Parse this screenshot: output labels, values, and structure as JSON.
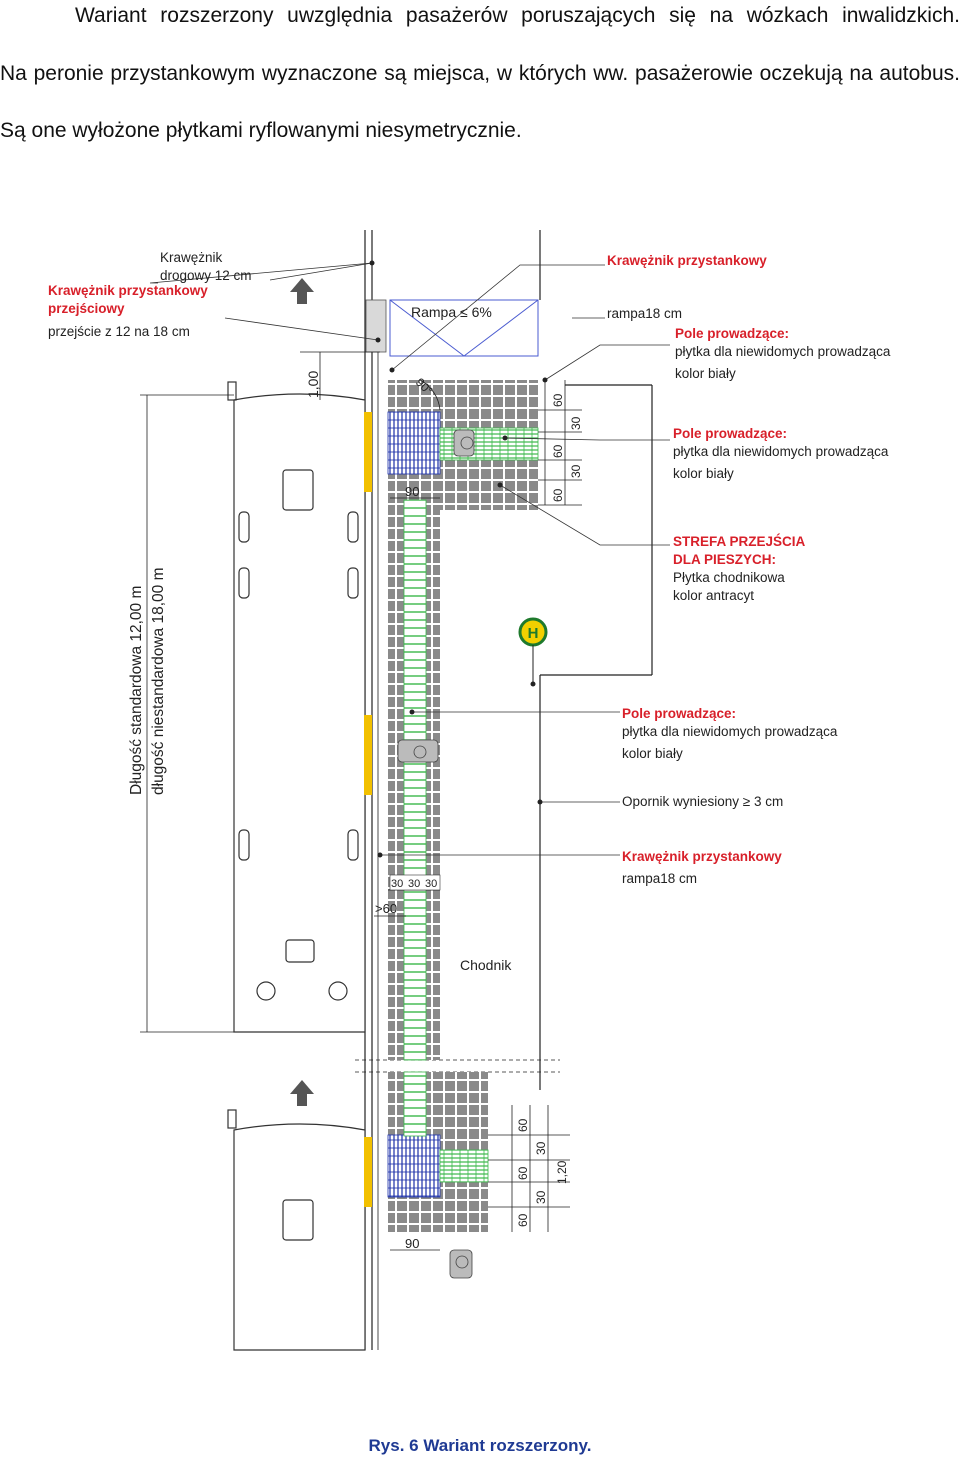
{
  "paragraphs": {
    "p1": "Wariant rozszerzony uwzględnia pasażerów poruszających się na wózkach inwalidzkich.",
    "p2": "Na peronie przystankowym wyznaczone są miejsca, w których ww. pasażerowie oczekują na autobus.",
    "p3": "Są one wyłożone płytkami ryflowanymi niesymetrycznie."
  },
  "caption": "Rys. 6 Wariant rozszerzony.",
  "diagram": {
    "label_left_curb_title": "Krawężnik",
    "label_left_curb_sub": "drogowy 12 cm",
    "label_crossing_curb_1": "Krawężnik przystankowy",
    "label_crossing_curb_2": "przejściowy",
    "label_crossing_transition": "przejście  z 12 na 18 cm",
    "label_ramp": "Rampa ≤ 6%",
    "label_stop_curb_top": "Krawężnik przystankowy",
    "label_ramp18_top": "rampa18 cm",
    "guide1_title": "Pole prowadzące:",
    "guide1_line1": "płytka dla niewidomych prowadząca",
    "guide1_line2": "kolor biały",
    "guide2_title": "Pole prowadzące:",
    "guide2_line1": "płytka dla niewidomych prowadząca",
    "guide2_line2": "kolor biały",
    "zone_title_1": "STREFA PRZEJŚCIA",
    "zone_title_2": "DLA PIESZYCH:",
    "zone_line1": "Płytka chodnikowa",
    "zone_line2": "kolor antracyt",
    "guide3_title": "Pole prowadzące:",
    "guide3_line1": "płytka dla niewidomych prowadząca",
    "guide3_line2": "kolor biały",
    "stopper": "Opornik  wyniesiony ≥ 3 cm",
    "label_stop_curb_bottom": "Krawężnik przystankowy",
    "label_ramp18_bottom": "rampa18 cm",
    "sidewalk": "Chodnik",
    "bus_stop_symbol": "H",
    "dim_100": "1,00",
    "dim_90deg": "90°",
    "dim_60a": "60",
    "dim_30a": "30",
    "dim_60b": "60",
    "dim_30b": "30",
    "dim_60c": "60",
    "dim_90_top": "90",
    "dim_30_1": "30",
    "dim_30_2": "30",
    "dim_30_3": "30",
    "dim_gt60": ">60",
    "dim_b60a": "60",
    "dim_b30a": "30",
    "dim_b60b": "60",
    "dim_b30b": "30",
    "dim_b60c": "60",
    "dim_b120": "1,20",
    "dim_90_bottom": "90",
    "bus_length_1": "Długość standardowa 12,00 m",
    "bus_length_2": "długość niestandardowa 18,00 m"
  },
  "colors": {
    "caption": "#1f3a93",
    "red_label": "#d8202a",
    "guide_blue": "#1b2fa8",
    "guide_green": "#3bb84a",
    "tile_gray": "#8d8d8d",
    "door_yellow": "#f2c000",
    "ramp_line": "#4a5bd0"
  }
}
